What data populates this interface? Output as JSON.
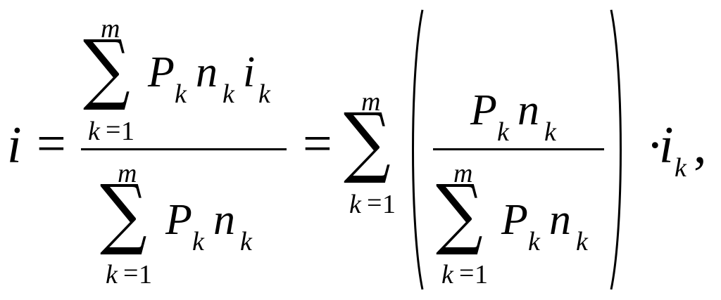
{
  "formula": {
    "lhs": {
      "variable": "i",
      "equals": "="
    },
    "fraction1": {
      "numerator": {
        "sum_symbol": "∑",
        "upper": "m",
        "lower_var": "k",
        "lower_eq": "=",
        "lower_val": "1",
        "P": "P",
        "P_sub": "k",
        "n": "n",
        "n_sub": "k",
        "i": "i",
        "i_sub": "k"
      },
      "denominator": {
        "sum_symbol": "∑",
        "upper": "m",
        "lower_var": "k",
        "lower_eq": "=",
        "lower_val": "1",
        "P": "P",
        "P_sub": "k",
        "n": "n",
        "n_sub": "k"
      }
    },
    "middle": {
      "equals": "=",
      "sum_symbol": "∑",
      "upper": "m",
      "lower_var": "k",
      "lower_eq": "=",
      "lower_val": "1"
    },
    "fraction2": {
      "numerator": {
        "P": "P",
        "P_sub": "k",
        "n": "n",
        "n_sub": "k"
      },
      "denominator": {
        "sum_symbol": "∑",
        "upper": "m",
        "lower_var": "k",
        "lower_eq": "=",
        "lower_val": "1",
        "P": "P",
        "P_sub": "k",
        "n": "n",
        "n_sub": "k"
      }
    },
    "tail": {
      "dot": "·",
      "i": "i",
      "i_sub": "k",
      "comma": ","
    }
  }
}
